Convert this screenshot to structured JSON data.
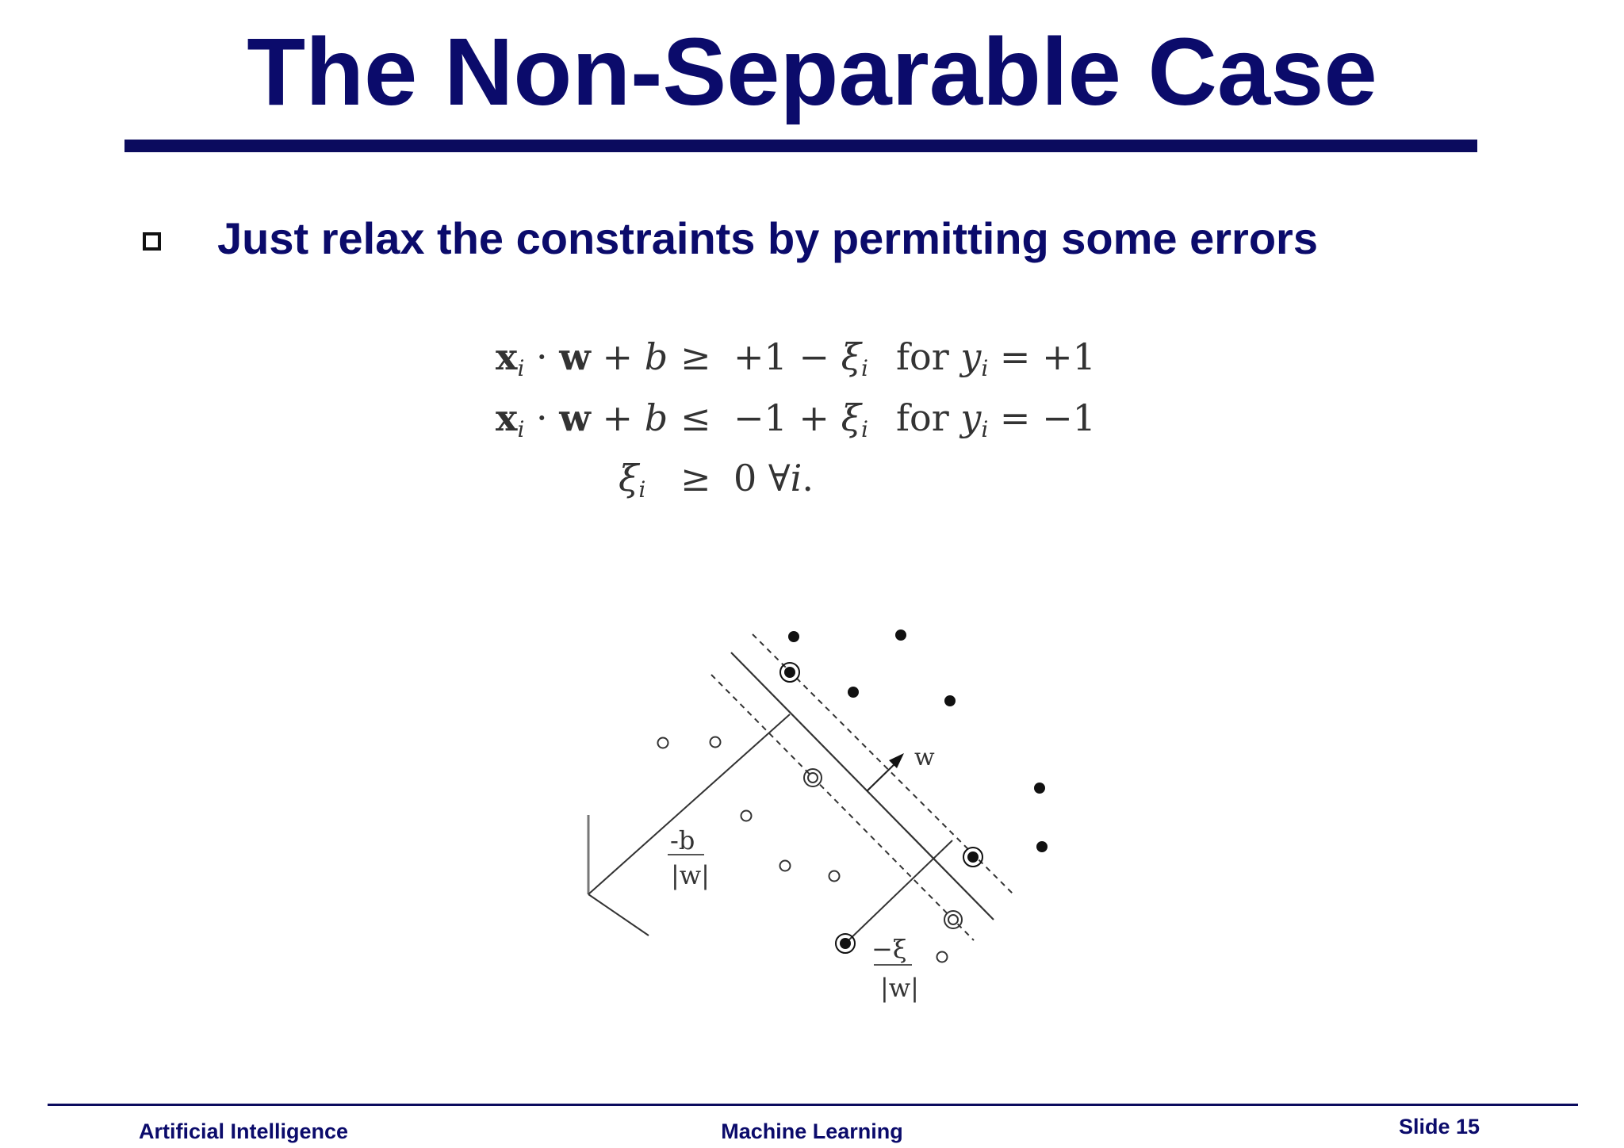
{
  "slide": {
    "title": "The Non-Separable Case",
    "bullet": "Just relax the constraints by permitting some errors"
  },
  "equations": [
    {
      "x": "x",
      "i": "i",
      "dot": " · ",
      "w": "w",
      "plusb": " + ",
      "b": "b",
      "rel": "≥",
      "rhs": "+1 − ",
      "xi": "ξ",
      "for": "for ",
      "y": "y",
      "eq": " = +1"
    },
    {
      "x": "x",
      "i": "i",
      "dot": " · ",
      "w": "w",
      "plusb": " + ",
      "b": "b",
      "rel": "≤",
      "rhs": "−1 + ",
      "xi": "ξ",
      "for": "for ",
      "y": "y",
      "eq": " = −1"
    },
    {
      "xi": "ξ",
      "i": "i",
      "rel": "≥",
      "rhs": "0 ∀",
      "ivar": "i",
      "end": "."
    }
  ],
  "figure": {
    "w_label": "w",
    "b_num": "-b",
    "b_den": "|w|",
    "xi_num": "−ξ",
    "xi_den": "|w|"
  },
  "footer": {
    "left": "Artificial Intelligence",
    "center": "Machine Learning",
    "right": "Slide 15"
  },
  "colors": {
    "title": "#0b0b6b",
    "rule": "#0b0b5e"
  }
}
